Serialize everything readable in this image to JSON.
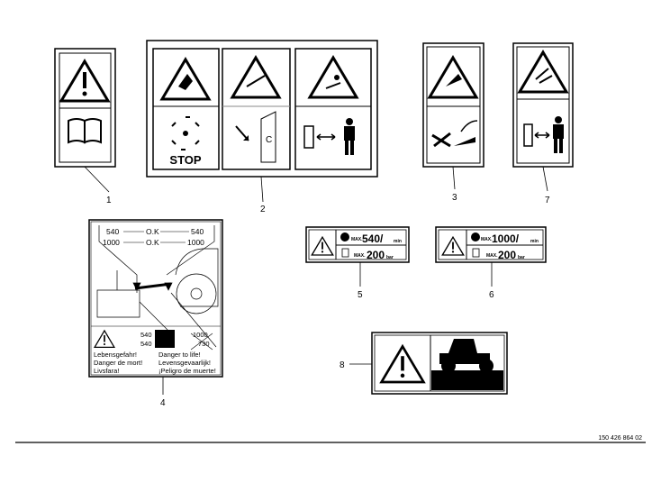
{
  "callouts": [
    "1",
    "2",
    "3",
    "7",
    "4",
    "5",
    "6",
    "8"
  ],
  "label2": {
    "stop_text": "STOP"
  },
  "label4": {
    "row1": {
      "left": "540",
      "mid": "O.K",
      "right": "540"
    },
    "row2": {
      "left": "1000",
      "mid": "O.K",
      "right": "1000"
    },
    "speed_rows": [
      {
        "left": "540",
        "right": "1000"
      },
      {
        "left": "540",
        "right": "730"
      }
    ],
    "warnings_left": [
      "Lebensgefahr!",
      "Danger de mort!",
      "Livsfara!"
    ],
    "warnings_right": [
      "Danger to life!",
      "Levensgevaarlijk!",
      "¡Peligro de muerte!"
    ]
  },
  "label5": {
    "max_prefix": "MAX.",
    "speed": "540/",
    "speed_unit": "min",
    "pressure": "200",
    "pressure_unit": "bar"
  },
  "label6": {
    "max_prefix": "MAX.",
    "speed": "1000/",
    "speed_unit": "min",
    "pressure": "200",
    "pressure_unit": "bar"
  },
  "drawing_number": "150 426 864 02"
}
